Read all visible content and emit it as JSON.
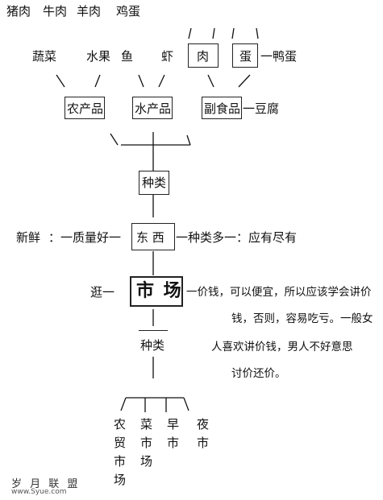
{
  "meats": [
    "猪肉",
    "牛肉",
    "羊肉",
    "鸡蛋"
  ],
  "row2": {
    "vegetables": "蔬菜",
    "fruit": "水果",
    "fish": "鱼",
    "shrimp": "虾",
    "meat": "肉",
    "egg": "蛋",
    "duck_egg": "一鸭蛋"
  },
  "row3": {
    "farm": "农产品",
    "aquatic": "水产品",
    "nonstaple": "副食品",
    "tofu": "一豆腐"
  },
  "types_top": "种类",
  "row_fresh": {
    "fresh": "新鲜",
    "colon_quality": "：一质量好一",
    "dongxi": "东 西",
    "variety": "一种类多一：应有尽有"
  },
  "row_market": {
    "stroll": "逛一",
    "market": "市 场",
    "price_lines": [
      "一价钱，可以便宜，所以应该学会讲价",
      "钱，否则，容易吃亏。一般女",
      "人喜欢讲价钱，男人不好意思",
      "讨价还价。"
    ]
  },
  "types_bottom": "种类",
  "market_types": [
    "农贸市场",
    "菜市场",
    "早市",
    "夜市"
  ],
  "watermark": {
    "name": "岁 月 联 盟",
    "url": "www.Syue.com"
  }
}
